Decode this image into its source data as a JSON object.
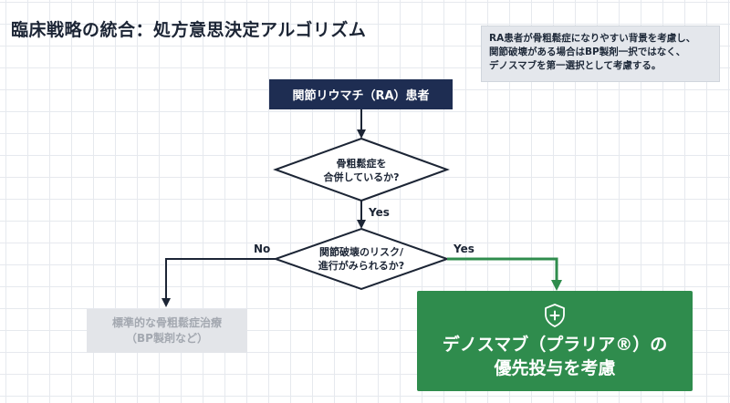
{
  "title": "臨床戦略の統合：処方意思決定アルゴリズム",
  "note": {
    "lines": [
      "RA患者が骨粗鬆症になりやすい背景を考慮し、",
      "関節破壊がある場合はBP製剤一択ではなく、",
      "デノスマブを第一選択として考慮する。"
    ]
  },
  "flow": {
    "start": "関節リウマチ（RA）患者",
    "decision1": {
      "line1": "骨粗鬆症を",
      "line2": "合併しているか?"
    },
    "edge_yes_1": "Yes",
    "decision2": {
      "line1": "関節破壊のリスク/",
      "line2": "進行がみられるか?"
    },
    "edge_no": "No",
    "edge_yes_2": "Yes",
    "standard": {
      "line1": "標準的な骨粗鬆症治療",
      "line2": "（BP製剤など）"
    },
    "recommend": {
      "line1": "デノスマブ（プラリア®）の",
      "line2": "優先投与を考慮"
    }
  },
  "colors": {
    "navy": "#1e2d52",
    "green": "#2f8c4d",
    "gray_box": "#e3e5e9",
    "gray_text": "#a3a8b0"
  }
}
